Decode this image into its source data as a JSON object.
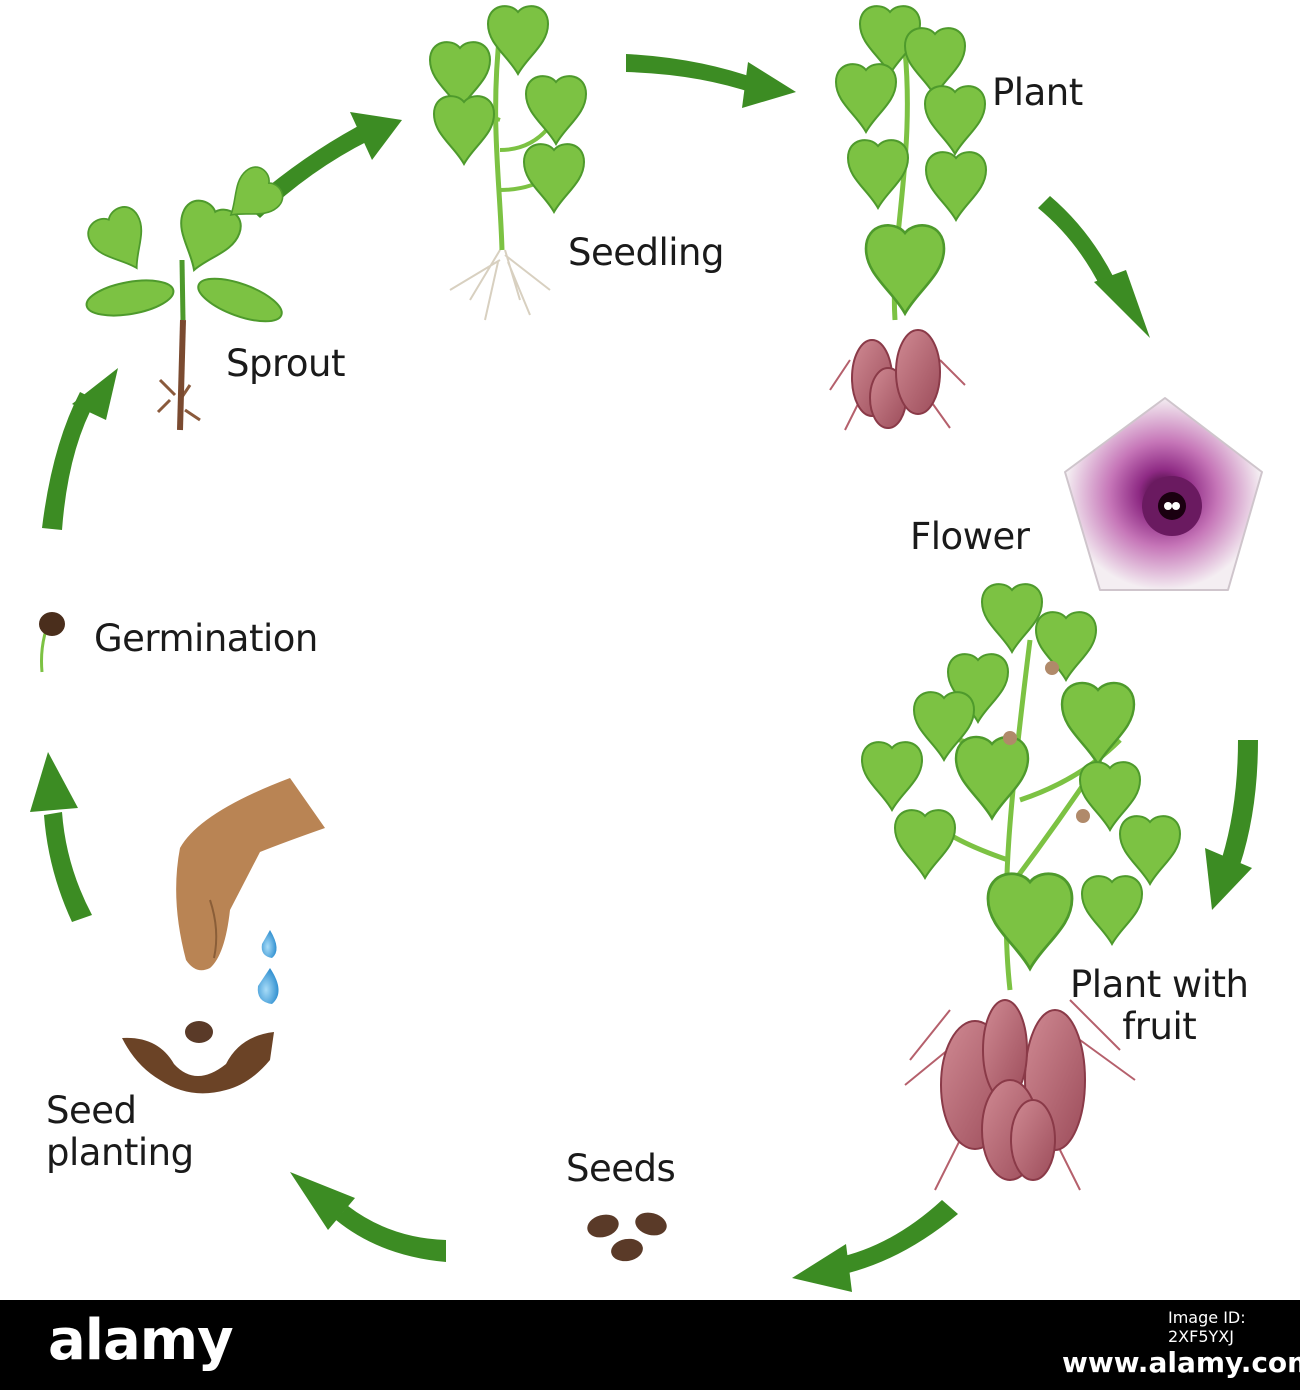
{
  "stages": {
    "sprout": "Sprout",
    "seedling": "Seedling",
    "plant": "Plant",
    "flower": "Flower",
    "plant_with_fruit": [
      "Plant with",
      "fruit"
    ],
    "seeds": "Seeds",
    "seed_planting": [
      "Seed",
      "planting"
    ],
    "germination": "Germination"
  },
  "colors": {
    "arrow": "#3c8c23",
    "leaf": "#7cc243",
    "leaf_dark": "#4e9a2c",
    "tuber": "#b5606c",
    "flower_center": "#8e2a84",
    "soil": "#6b4326",
    "hand": "#b98454",
    "water": "#3aa0dc"
  },
  "icons": [
    "sprout-icon",
    "seedling-icon",
    "plant-icon",
    "flower-icon",
    "fruit-plant-icon",
    "seeds-icon",
    "seed-planting-icon",
    "germination-icon"
  ],
  "footer": {
    "brand": "alamy",
    "image_id": "Image ID: 2XF5YXJ",
    "url": "www.alamy.com"
  }
}
